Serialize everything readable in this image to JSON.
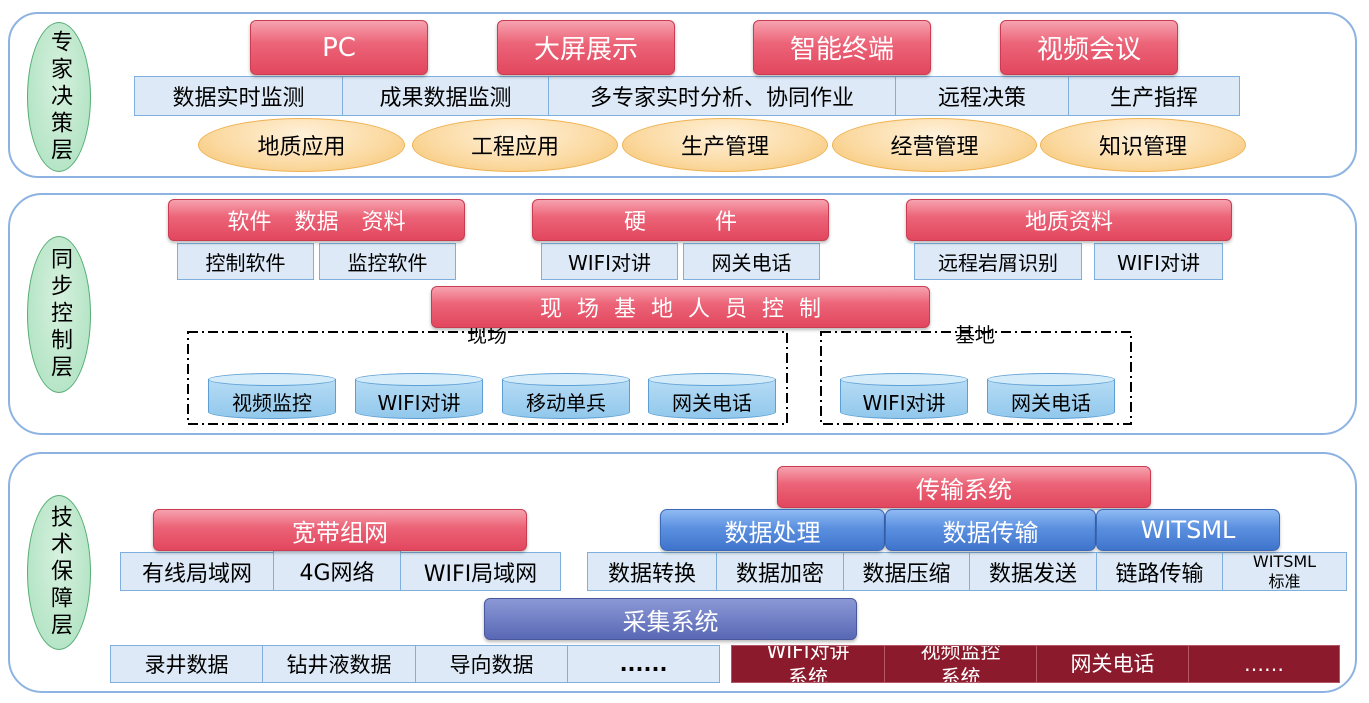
{
  "decision_layer": {
    "label": "专家决策层",
    "terminals": [
      "PC",
      "大屏展示",
      "智能终端",
      "视频会议"
    ],
    "functions": [
      "数据实时监测",
      "成果数据监测",
      "多专家实时分析、协同作业",
      "远程决策",
      "生产指挥"
    ],
    "applications": [
      "地质应用",
      "工程应用",
      "生产管理",
      "经营管理",
      "知识管理"
    ]
  },
  "control_layer": {
    "label": "同步控制层",
    "groups": [
      {
        "title": "软件 数据 资料",
        "items": [
          "控制软件",
          "监控软件"
        ]
      },
      {
        "title": "硬 件",
        "items": [
          "WIFI对讲",
          "网关电话"
        ]
      },
      {
        "title": "地质资料",
        "items": [
          "远程岩屑识别",
          "WIFI对讲"
        ]
      }
    ],
    "personnel_control": "现 场 基 地 人 员 控 制",
    "site": {
      "label": "现场",
      "devices": [
        "视频监控",
        "WIFI对讲",
        "移动单兵",
        "网关电话"
      ]
    },
    "base": {
      "label": "基地",
      "devices": [
        "WIFI对讲",
        "网关电话"
      ]
    }
  },
  "support_layer": {
    "label": "技术保障层",
    "transmission_system": "传输系统",
    "broadband": {
      "title": "宽带组网",
      "items": [
        "有线局域网",
        "4G网络",
        "WIFI局域网"
      ]
    },
    "transmission_modules": [
      {
        "title": "数据处理",
        "items": [
          "数据转换",
          "数据加密"
        ]
      },
      {
        "title": "数据传输",
        "items": [
          "数据压缩",
          "数据发送"
        ]
      },
      {
        "title": "WITSML",
        "items": [
          "链路传输",
          "WITSML\n标准"
        ]
      }
    ],
    "acquisition_system": "采集系统",
    "data_sources": [
      "录井数据",
      "钻井液数据",
      "导向数据",
      "......"
    ],
    "field_systems": [
      "WIFI对讲\n系统",
      "视频监控\n系统",
      "网关电话",
      "……"
    ]
  },
  "colors": {
    "panel-border": "#8db3e2",
    "layer-label-fill": "#b7e5c7",
    "title-red": "#e2475e",
    "cell-blue": "#dde9f6",
    "application-orange": "#fbd9a0",
    "cylinder-blue": "#92c8ec",
    "module-blue": "#3f74cc",
    "acquisition-slate": "#5968b5",
    "system-dark-red": "#8b1a2c"
  }
}
